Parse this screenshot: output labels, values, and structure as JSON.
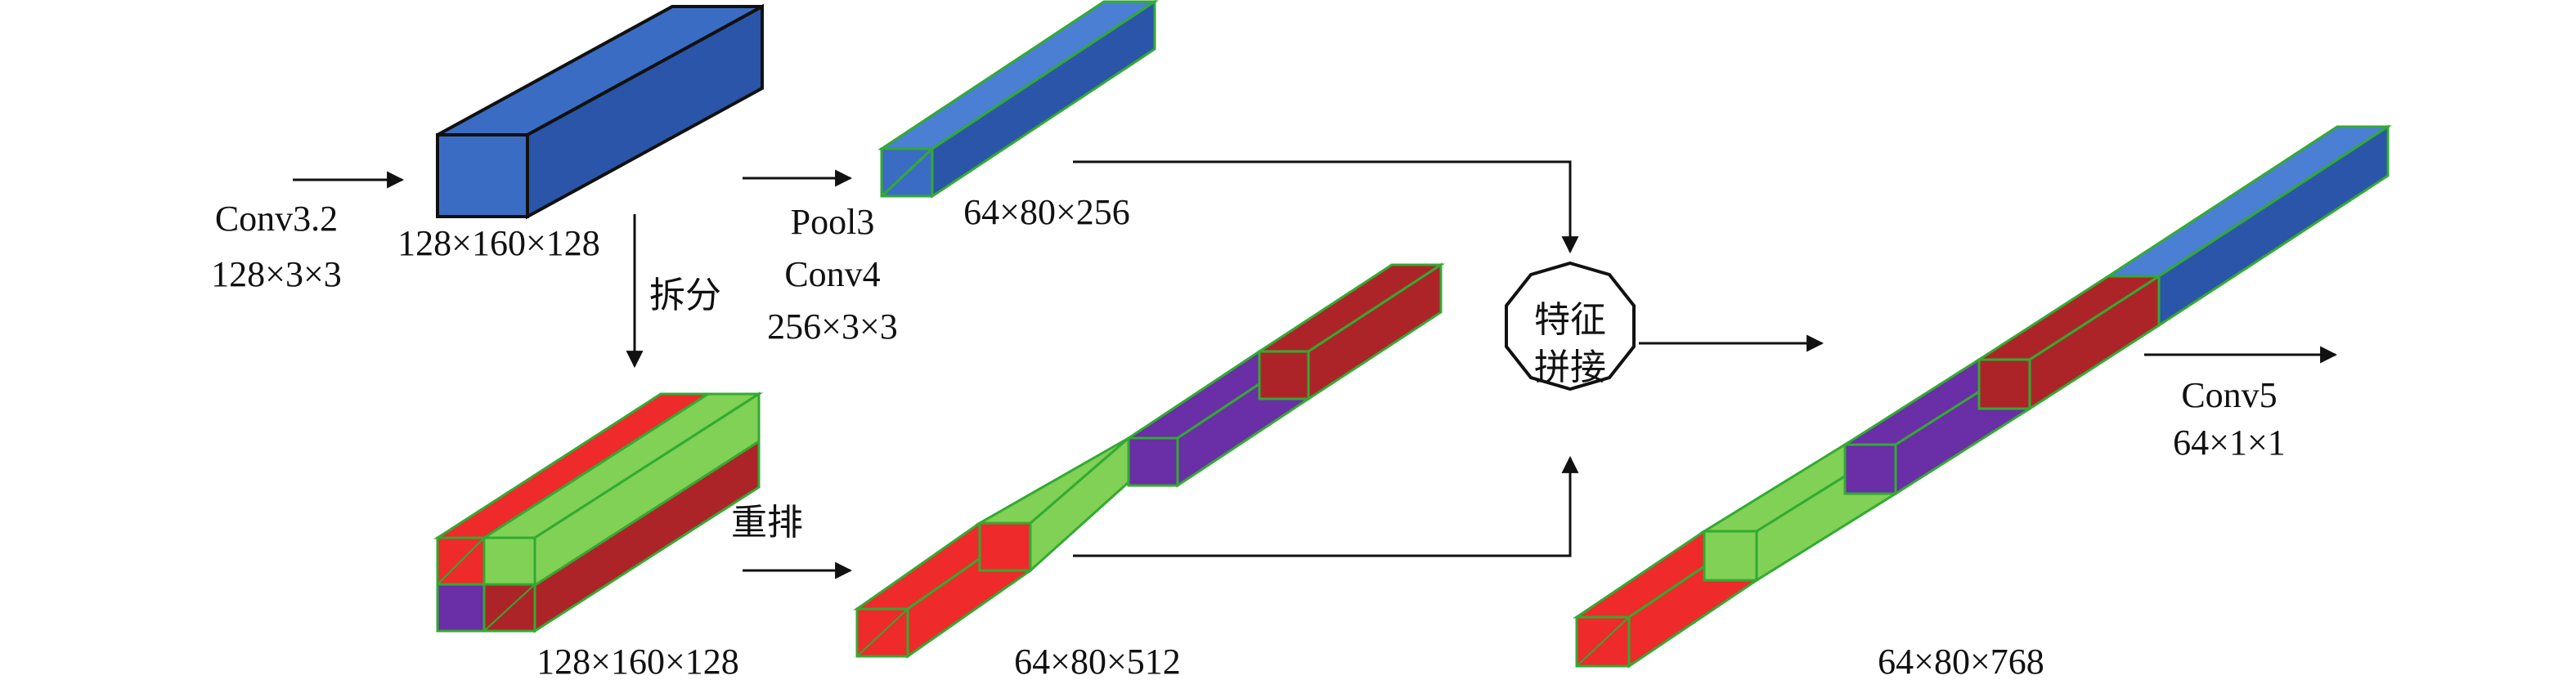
{
  "colors": {
    "blue": "#3b6cc4",
    "blue_top": "#4a7fd4",
    "blue_side": "#2a55a8",
    "red": "#ee2a2a",
    "dark_red": "#ad2428",
    "green": "#80d155",
    "purple": "#6a2ea6",
    "edge_green": "#33aa33",
    "edge_black": "#111111"
  },
  "labels": {
    "input_op": "Conv3.2",
    "input_kernel": "128×3×3",
    "input_block": "128×160×128",
    "split": "拆分",
    "pool": "Pool3",
    "conv4": "Conv4",
    "conv4_kernel": "256×3×3",
    "branch_top": "64×80×256",
    "reorder": "重排",
    "split_block": "128×160×128",
    "branch_bottom": "64×80×512",
    "concat_line1": "特征",
    "concat_line2": "拼接",
    "output_block": "64×80×768",
    "conv5": "Conv5",
    "conv5_kernel": "64×1×1"
  }
}
